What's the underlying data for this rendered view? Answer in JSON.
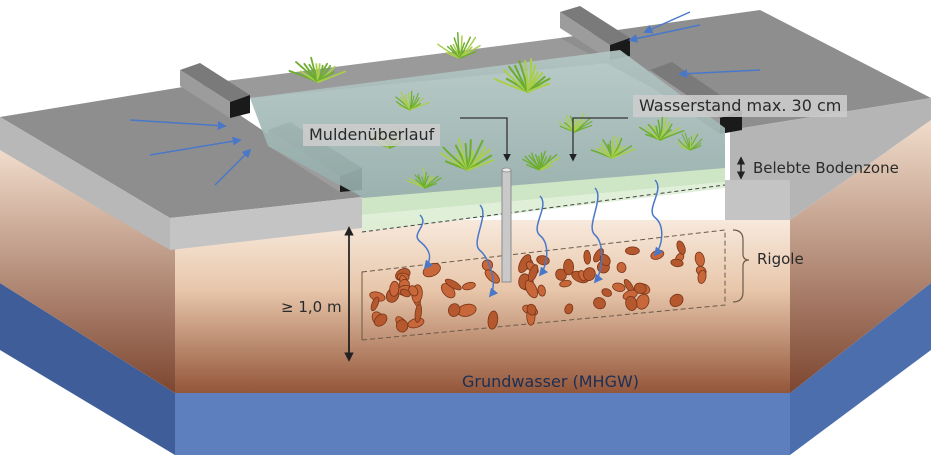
{
  "diagram": {
    "labels": {
      "overflow": "Muldenüberlauf",
      "water_level": "Wasserstand max. 30 cm",
      "soil_zone": "Belebte Bodenzone",
      "trench": "Rigole",
      "depth": "≥ 1,0 m",
      "groundwater": "Grundwasser (MHGW)"
    },
    "colors": {
      "paving_top": "#8f8f8f",
      "paving_side": "#bdbdbd",
      "soil_light": "#f6e7d9",
      "soil_dark": "#93563a",
      "groundwater": "#5d7fbd",
      "pond_water": "#9fb6b4",
      "active_soil": "#cfe6c6",
      "gravel": "#c7673a",
      "flow_arrows": "#4a78c9"
    }
  }
}
